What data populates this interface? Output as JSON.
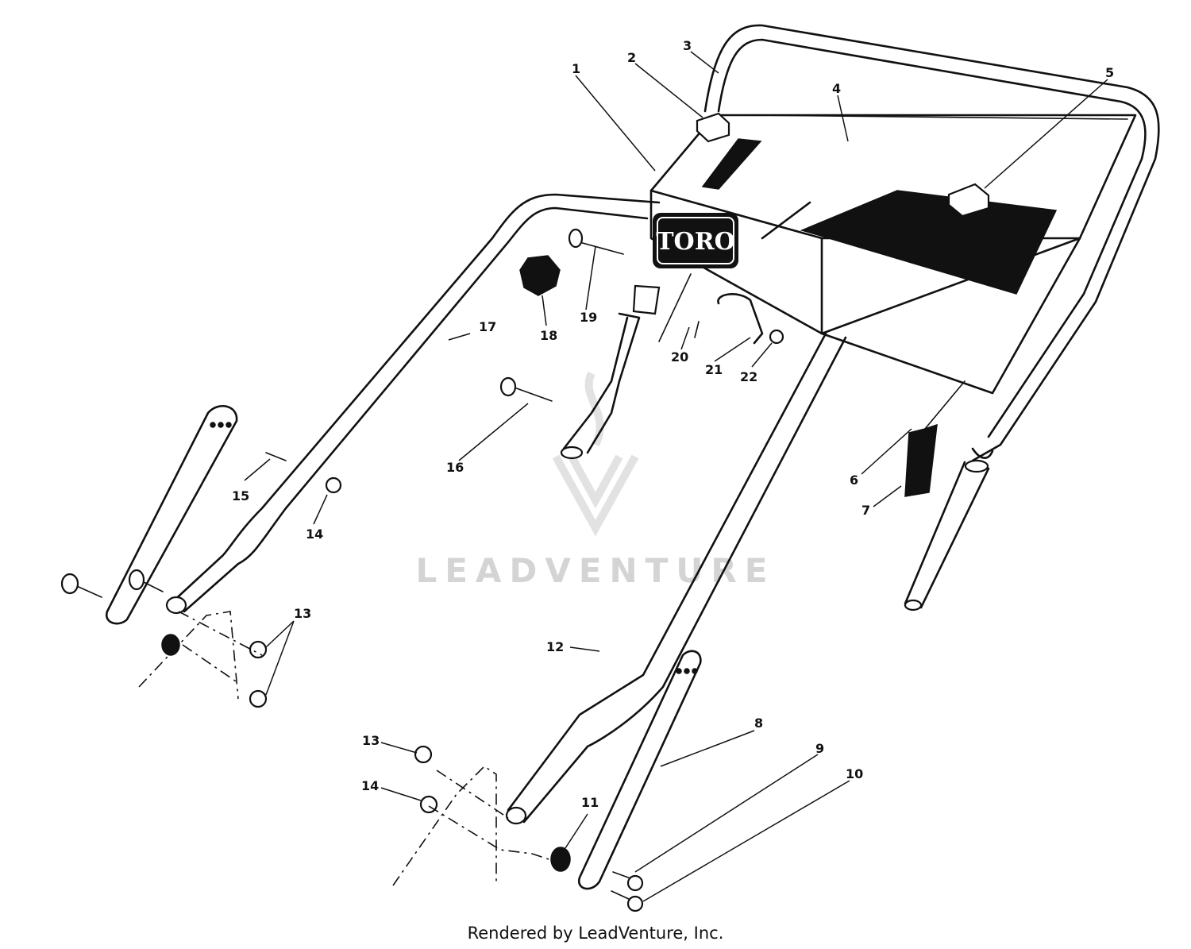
{
  "diagram": {
    "brand_plate": "TORO",
    "watermark": "LEADVENTURE",
    "caption": "Rendered by LeadVenture, Inc.",
    "callouts": [
      "1",
      "2",
      "3",
      "4",
      "5",
      "6",
      "7",
      "8",
      "9",
      "10",
      "11",
      "12",
      "13",
      "13",
      "14",
      "14",
      "15",
      "16",
      "17",
      "18",
      "19",
      "20",
      "21",
      "22"
    ]
  }
}
